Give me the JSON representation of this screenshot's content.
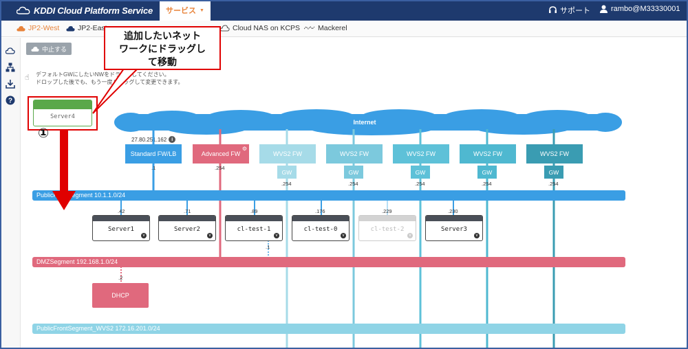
{
  "header": {
    "brand": "KDDI Cloud Platform Service",
    "service_tab": "サービス",
    "support": "サポート",
    "user": "rambo@M33330001"
  },
  "subnav": {
    "items": [
      {
        "label": "JP2-West",
        "active": true
      },
      {
        "label": "JP2-East",
        "active": false
      },
      {
        "label": "Cloud NAS on KCPS",
        "active": false
      },
      {
        "label": "Mackerel",
        "active": false
      }
    ]
  },
  "toolbar": {
    "stop_label": "中止する"
  },
  "hint": {
    "line1": "デフォルトGWにしたいNWをドラッグしてください。",
    "line2": "ドロップした後でも、もう一度ドラッグして変更できます。"
  },
  "drag_server": {
    "label": "Server4"
  },
  "callout": {
    "line1": "追加したいネット",
    "line2": "ワークにドラッグし",
    "line3": "て移動",
    "marker": "①"
  },
  "network": {
    "internet_label": "Internet",
    "public_ip": "27.80.251.162",
    "firewalls": [
      {
        "label": "Standard FW/LB",
        "addr": ".1"
      },
      {
        "label": "Advanced FW",
        "addr": ".254"
      },
      {
        "label": "WVS2 FW",
        "gw": "GW",
        "addr": ".254"
      },
      {
        "label": "WVS2 FW",
        "gw": "GW",
        "addr": ".254"
      },
      {
        "label": "WVS2 FW",
        "gw": "GW",
        "addr": ".254"
      },
      {
        "label": "WVS2 FW",
        "gw": "GW",
        "addr": ".254"
      },
      {
        "label": "WVS2 FW",
        "gw": "GW",
        "addr": ".254"
      }
    ],
    "segments": [
      {
        "label": "PublicFrontSegment 10.1.1.0/24",
        "color": "#3a9ee4"
      },
      {
        "label": "DMZSegment 192.168.1.0/24",
        "color": "#e0697d"
      },
      {
        "label": "PublicFrontSegment_WVS2 172.16.201.0/24",
        "color": "#8fd4e6"
      }
    ],
    "servers": [
      {
        "label": "Server1",
        "addr": ".42",
        "dim": false
      },
      {
        "label": "Server2",
        "addr": ".71",
        "dim": false
      },
      {
        "label": "cl-test-1",
        "addr": ".89",
        "dim": false,
        "sub_addr": ".1"
      },
      {
        "label": "cl-test-0",
        "addr": ".176",
        "dim": false
      },
      {
        "label": "cl-test-2",
        "addr": ".229",
        "dim": true
      },
      {
        "label": "Server3",
        "addr": ".230",
        "dim": false
      }
    ],
    "dhcp": {
      "label": "DHCP",
      "addr": ".2"
    },
    "server_badge": "v"
  },
  "colors": {
    "header_bg": "#1e3a6e",
    "accent": "#e8833a",
    "blue": "#3a9ee4",
    "pink": "#e0697d",
    "light_blue": "#8fd4e6",
    "teal": "#4fb8d0",
    "callout_red": "#e00000",
    "green": "#5aa84a"
  }
}
